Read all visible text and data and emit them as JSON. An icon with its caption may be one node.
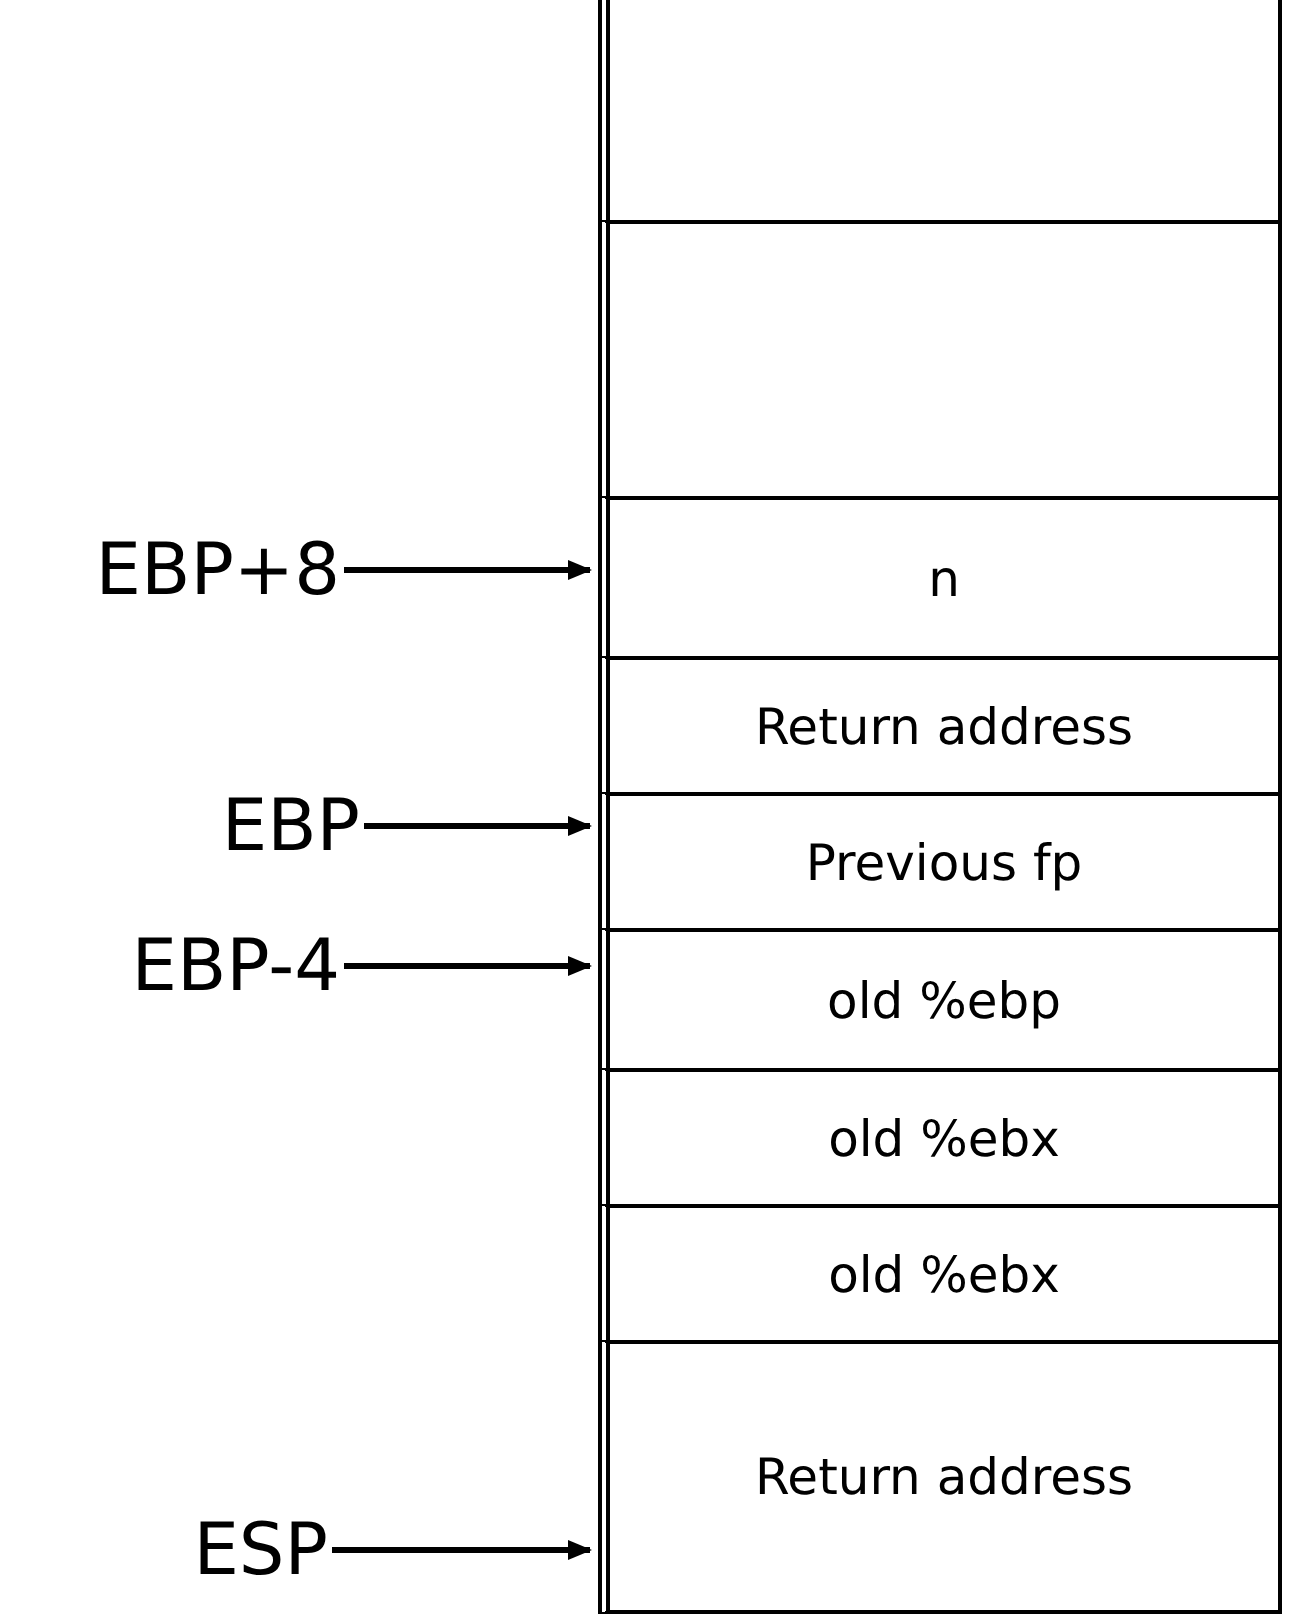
{
  "diagram": {
    "nodes": [
      {
        "text": [],
        "shape": "box"
      },
      {
        "text": [],
        "shape": "box"
      },
      {
        "text": [
          "n"
        ]
      },
      {
        "text": [
          "Return address"
        ]
      },
      {
        "text": [
          "Previous fp"
        ]
      },
      {
        "text": [
          "old %ebp"
        ]
      },
      {
        "text": [
          "old %ebx"
        ]
      },
      {
        "text": [
          "old %ebx"
        ]
      },
      {
        "text": [
          "Return address"
        ]
      },
      {
        "text": [
          "EBP+8"
        ]
      },
      {
        "text": [
          "EBP"
        ]
      },
      {
        "text": [
          "EBP-4"
        ]
      },
      {
        "text": [
          "ESP"
        ]
      }
    ],
    "edges": [
      {
        "from": 9,
        "to": 2,
        "arrow": "to"
      },
      {
        "from": 10,
        "to": 4,
        "arrow": "to"
      },
      {
        "from": 11,
        "to": 5,
        "arrow": "to"
      },
      {
        "from": 12,
        "to": 8,
        "arrow": "to"
      }
    ]
  }
}
